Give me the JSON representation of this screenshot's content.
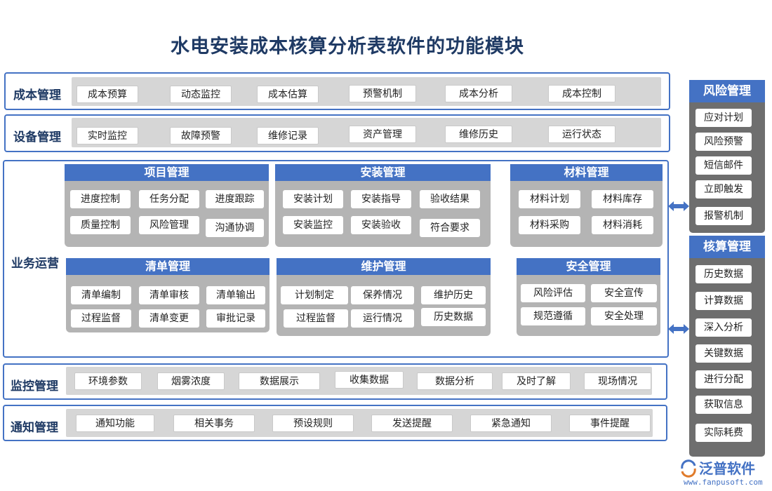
{
  "title": "水电安装成本核算分析表软件的功能模块",
  "cost": {
    "label": "成本管理",
    "items": [
      "成本预算",
      "动态监控",
      "成本估算",
      "预警机制",
      "成本分析",
      "成本控制"
    ]
  },
  "equipment": {
    "label": "设备管理",
    "items": [
      "实时监控",
      "故障预警",
      "维修记录",
      "资产管理",
      "维修历史",
      "运行状态"
    ]
  },
  "business": {
    "label": "业务运营",
    "project": {
      "title": "项目管理",
      "items": [
        "进度控制",
        "任务分配",
        "进度跟踪",
        "质量控制",
        "风险管理",
        "沟通协调"
      ]
    },
    "install": {
      "title": "安装管理",
      "items": [
        "安装计划",
        "安装指导",
        "验收结果",
        "安装监控",
        "安装验收",
        "符合要求"
      ]
    },
    "material": {
      "title": "材料管理",
      "items": [
        "材料计划",
        "材料库存",
        "材料采购",
        "材料消耗"
      ]
    },
    "list": {
      "title": "清单管理",
      "items": [
        "清单编制",
        "清单审核",
        "清单输出",
        "过程监督",
        "清单变更",
        "审批记录"
      ]
    },
    "maintain": {
      "title": "维护管理",
      "items": [
        "计划制定",
        "保养情况",
        "维护历史",
        "过程监督",
        "运行情况",
        "历史数据"
      ]
    },
    "safety": {
      "title": "安全管理",
      "items": [
        "风险评估",
        "安全宣传",
        "规范遵循",
        "安全处理"
      ]
    }
  },
  "monitor": {
    "label": "监控管理",
    "items": [
      "环境参数",
      "烟雾浓度",
      "数据展示",
      "收集数据",
      "数据分析",
      "及时了解",
      "现场情况"
    ]
  },
  "notify": {
    "label": "通知管理",
    "items": [
      "通知功能",
      "相关事务",
      "预设规则",
      "发送提醒",
      "紧急通知",
      "事件提醒"
    ]
  },
  "risk": {
    "title": "风险管理",
    "items": [
      "应对计划",
      "风险预警",
      "短信邮件",
      "立即触发",
      "报警机制"
    ]
  },
  "accounting": {
    "title": "核算管理",
    "items": [
      "历史数据",
      "计算数据",
      "深入分析",
      "关键数据",
      "进行分配",
      "获取信息",
      "实际耗费"
    ]
  },
  "logo": {
    "name": "泛普软件",
    "url": "www.fanpusoft.com"
  },
  "colors": {
    "accent": "#4472c4",
    "title": "#1f3a64",
    "panel": "#b4b4b4",
    "side": "#6e6e6e"
  }
}
